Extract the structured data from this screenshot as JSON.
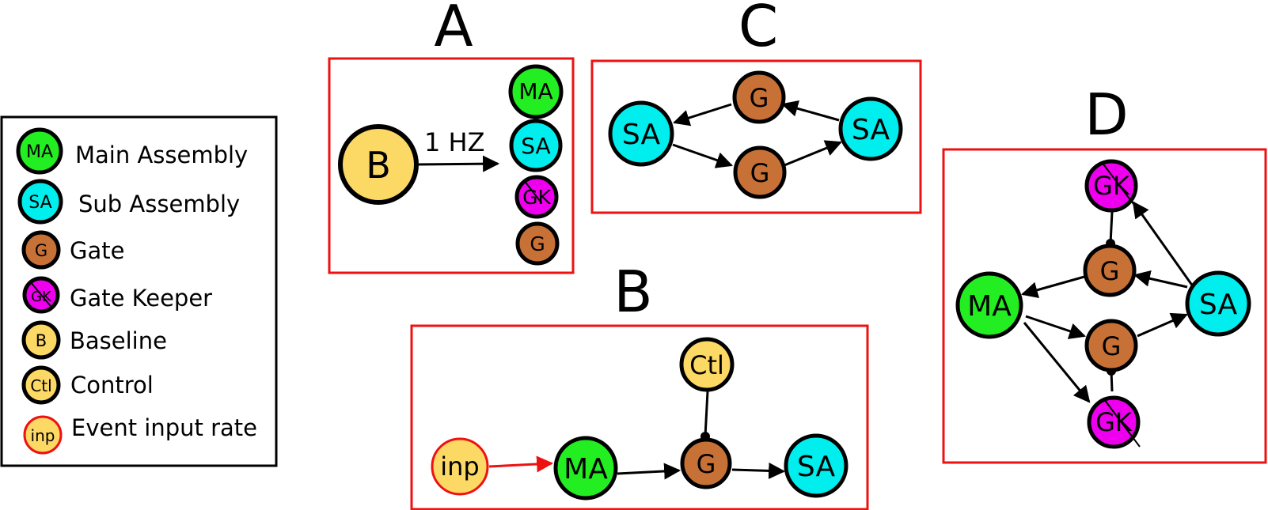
{
  "colors": {
    "main_assembly": "#22ee22",
    "sub_assembly": "#00eeee",
    "gate": "#c87137",
    "gate_keeper": "#ee00ee",
    "baseline": "#fcd865",
    "control": "#fcd865",
    "input_fill": "#fcd865",
    "input_stroke": "#ee1111",
    "panel_border": "#ee1111",
    "arrow_excitatory": "#000000",
    "arrow_input": "#ee1111"
  },
  "legend": {
    "items": [
      {
        "abbr": "MA",
        "label": "Main Assembly",
        "color_key": "main_assembly"
      },
      {
        "abbr": "SA",
        "label": "Sub Assembly",
        "color_key": "sub_assembly"
      },
      {
        "abbr": "G",
        "label": "Gate",
        "color_key": "gate"
      },
      {
        "abbr": "GK",
        "label": "Gate Keeper",
        "color_key": "gate_keeper"
      },
      {
        "abbr": "B",
        "label": "Baseline",
        "color_key": "baseline"
      },
      {
        "abbr": "Ctl",
        "label": "Control",
        "color_key": "control"
      },
      {
        "abbr": "inp",
        "label": "Event input rate",
        "color_key": "input_fill"
      }
    ]
  },
  "panels": {
    "A": {
      "title": "A",
      "edge_label": "1 HZ",
      "nodes": [
        {
          "abbr": "B",
          "type": "baseline"
        },
        {
          "abbr": "MA",
          "type": "main_assembly"
        },
        {
          "abbr": "SA",
          "type": "sub_assembly"
        },
        {
          "abbr": "GK",
          "type": "gate_keeper"
        },
        {
          "abbr": "G",
          "type": "gate"
        }
      ]
    },
    "B": {
      "title": "B",
      "nodes": [
        {
          "abbr": "inp",
          "type": "input"
        },
        {
          "abbr": "MA",
          "type": "main_assembly"
        },
        {
          "abbr": "G",
          "type": "gate"
        },
        {
          "abbr": "SA",
          "type": "sub_assembly"
        },
        {
          "abbr": "Ctl",
          "type": "control"
        }
      ]
    },
    "C": {
      "title": "C",
      "nodes": [
        {
          "abbr": "SA",
          "type": "sub_assembly"
        },
        {
          "abbr": "G",
          "type": "gate"
        },
        {
          "abbr": "G",
          "type": "gate"
        },
        {
          "abbr": "SA",
          "type": "sub_assembly"
        }
      ]
    },
    "D": {
      "title": "D",
      "nodes": [
        {
          "abbr": "GK",
          "type": "gate_keeper"
        },
        {
          "abbr": "G",
          "type": "gate"
        },
        {
          "abbr": "MA",
          "type": "main_assembly"
        },
        {
          "abbr": "SA",
          "type": "sub_assembly"
        },
        {
          "abbr": "G",
          "type": "gate"
        },
        {
          "abbr": "GK",
          "type": "gate_keeper"
        }
      ]
    }
  }
}
